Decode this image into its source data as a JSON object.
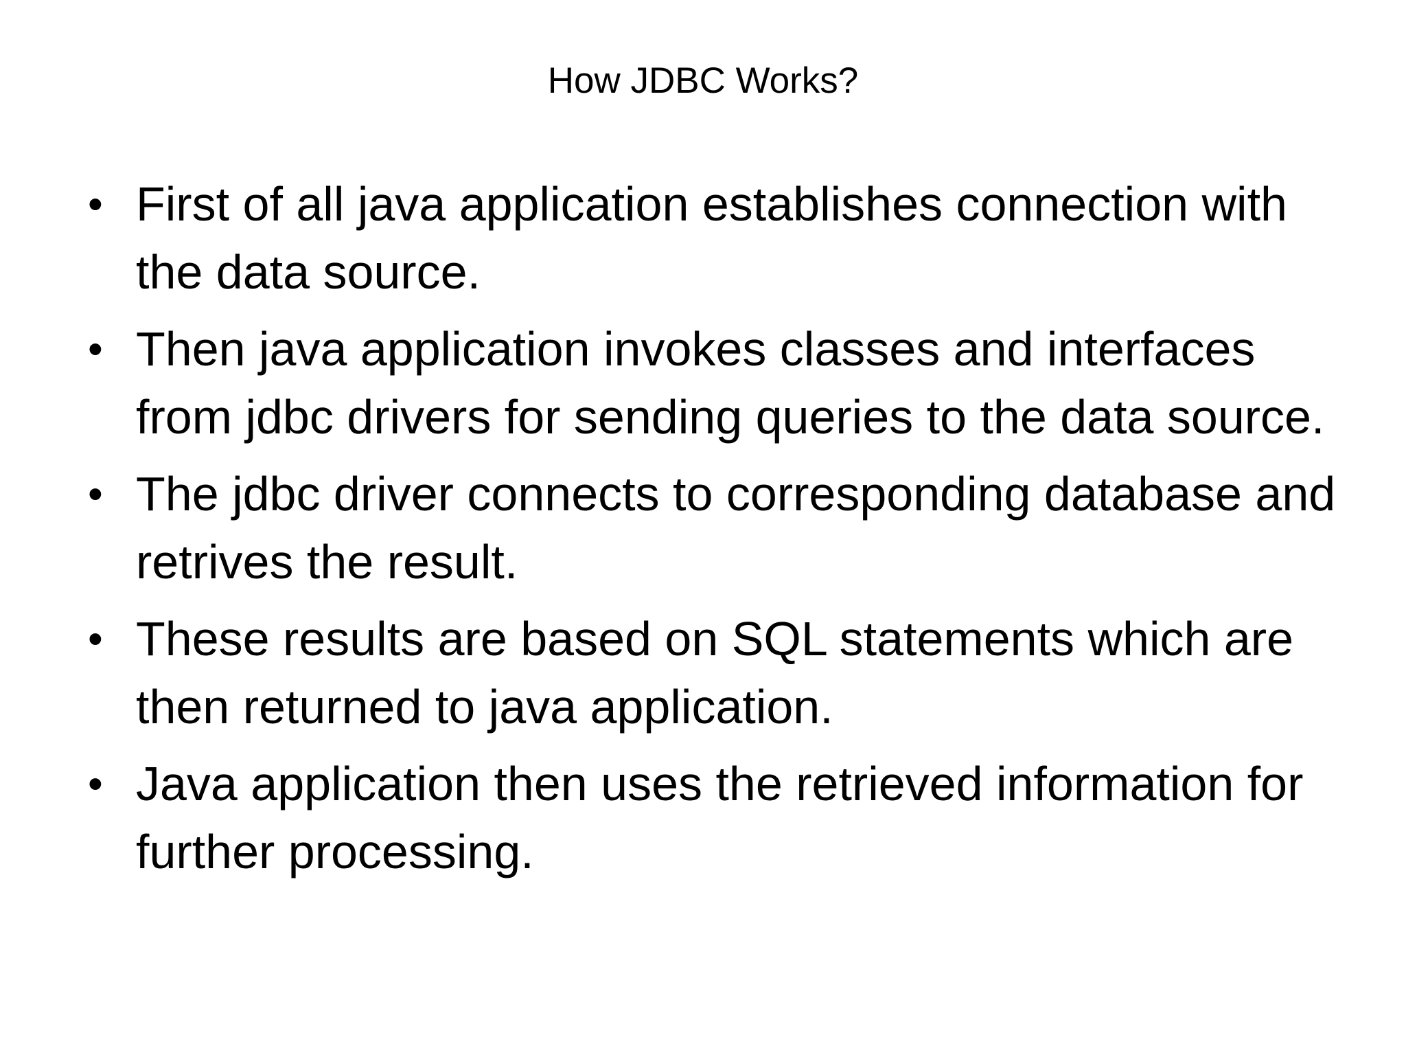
{
  "slide": {
    "title": "How JDBC Works?",
    "bullet_symbol": "•",
    "bullets": [
      "First of all java application establishes connection with the data source.",
      "Then java application invokes classes and interfaces from jdbc drivers for sending queries to the data source.",
      "The jdbc driver connects to corresponding database and retrives the result.",
      "These results are based on SQL statements which are then returned to java application.",
      "Java application then uses the retrieved information for further processing."
    ]
  }
}
